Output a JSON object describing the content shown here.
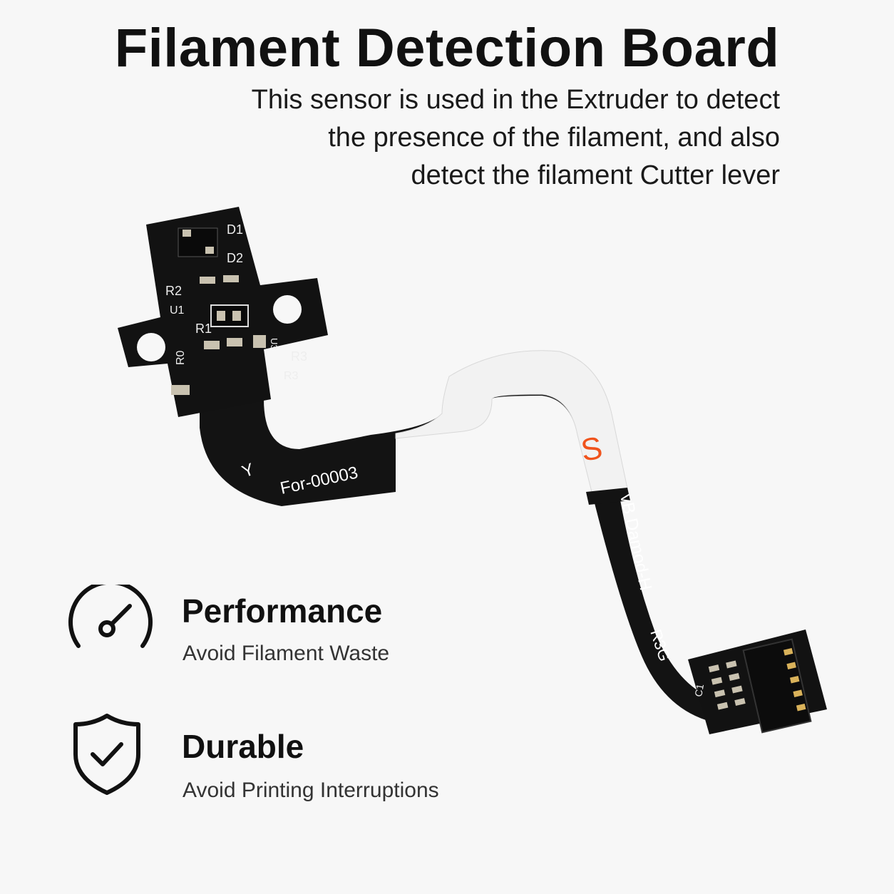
{
  "header": {
    "title": "Filament Detection Board",
    "subtitle_lines": [
      "This sensor is used in the Extruder to detect",
      "the presence of the filament, and also",
      "detect the filament Cutter lever"
    ]
  },
  "board_labels": {
    "d1": "D1",
    "d2": "D2",
    "r2": "R2",
    "u1": "U1",
    "r1": "R1",
    "r0": "R0",
    "r3": "R3",
    "r3b": "R3",
    "u3": "U3",
    "y": "Y",
    "part_code": "For-00003",
    "s_mark": "S",
    "model": "vB Damod-H",
    "rev": "R3G",
    "c1": "C1"
  },
  "features": [
    {
      "icon": "gauge-icon",
      "title": "Performance",
      "description": "Avoid Filament Waste"
    },
    {
      "icon": "shield-check-icon",
      "title": "Durable",
      "description": "Avoid Printing Interruptions"
    }
  ],
  "colors": {
    "background": "#f7f7f7",
    "pcb": "#121212",
    "accent_s": "#f0531c",
    "cable_white": "#f2f2f2"
  }
}
